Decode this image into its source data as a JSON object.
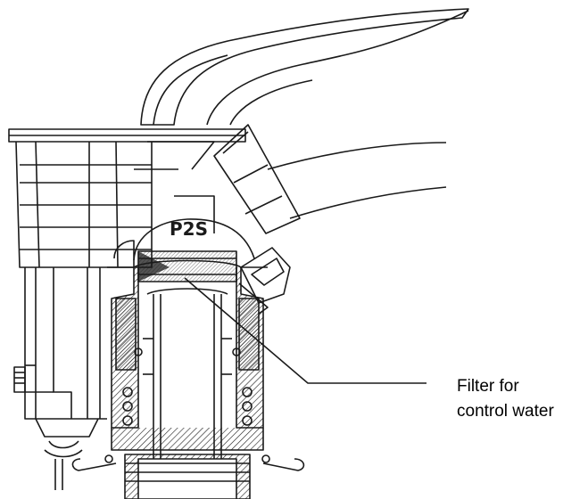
{
  "figure": {
    "subject": "Cross-section drawing of a hydrant valve with actuating lever",
    "stamp_text": "P2S",
    "callout": {
      "line1": "Filter for",
      "line2": "control water"
    },
    "colors": {
      "stroke": "#1a1a1a",
      "hatch": "#1a1a1a",
      "background": "#ffffff"
    }
  }
}
